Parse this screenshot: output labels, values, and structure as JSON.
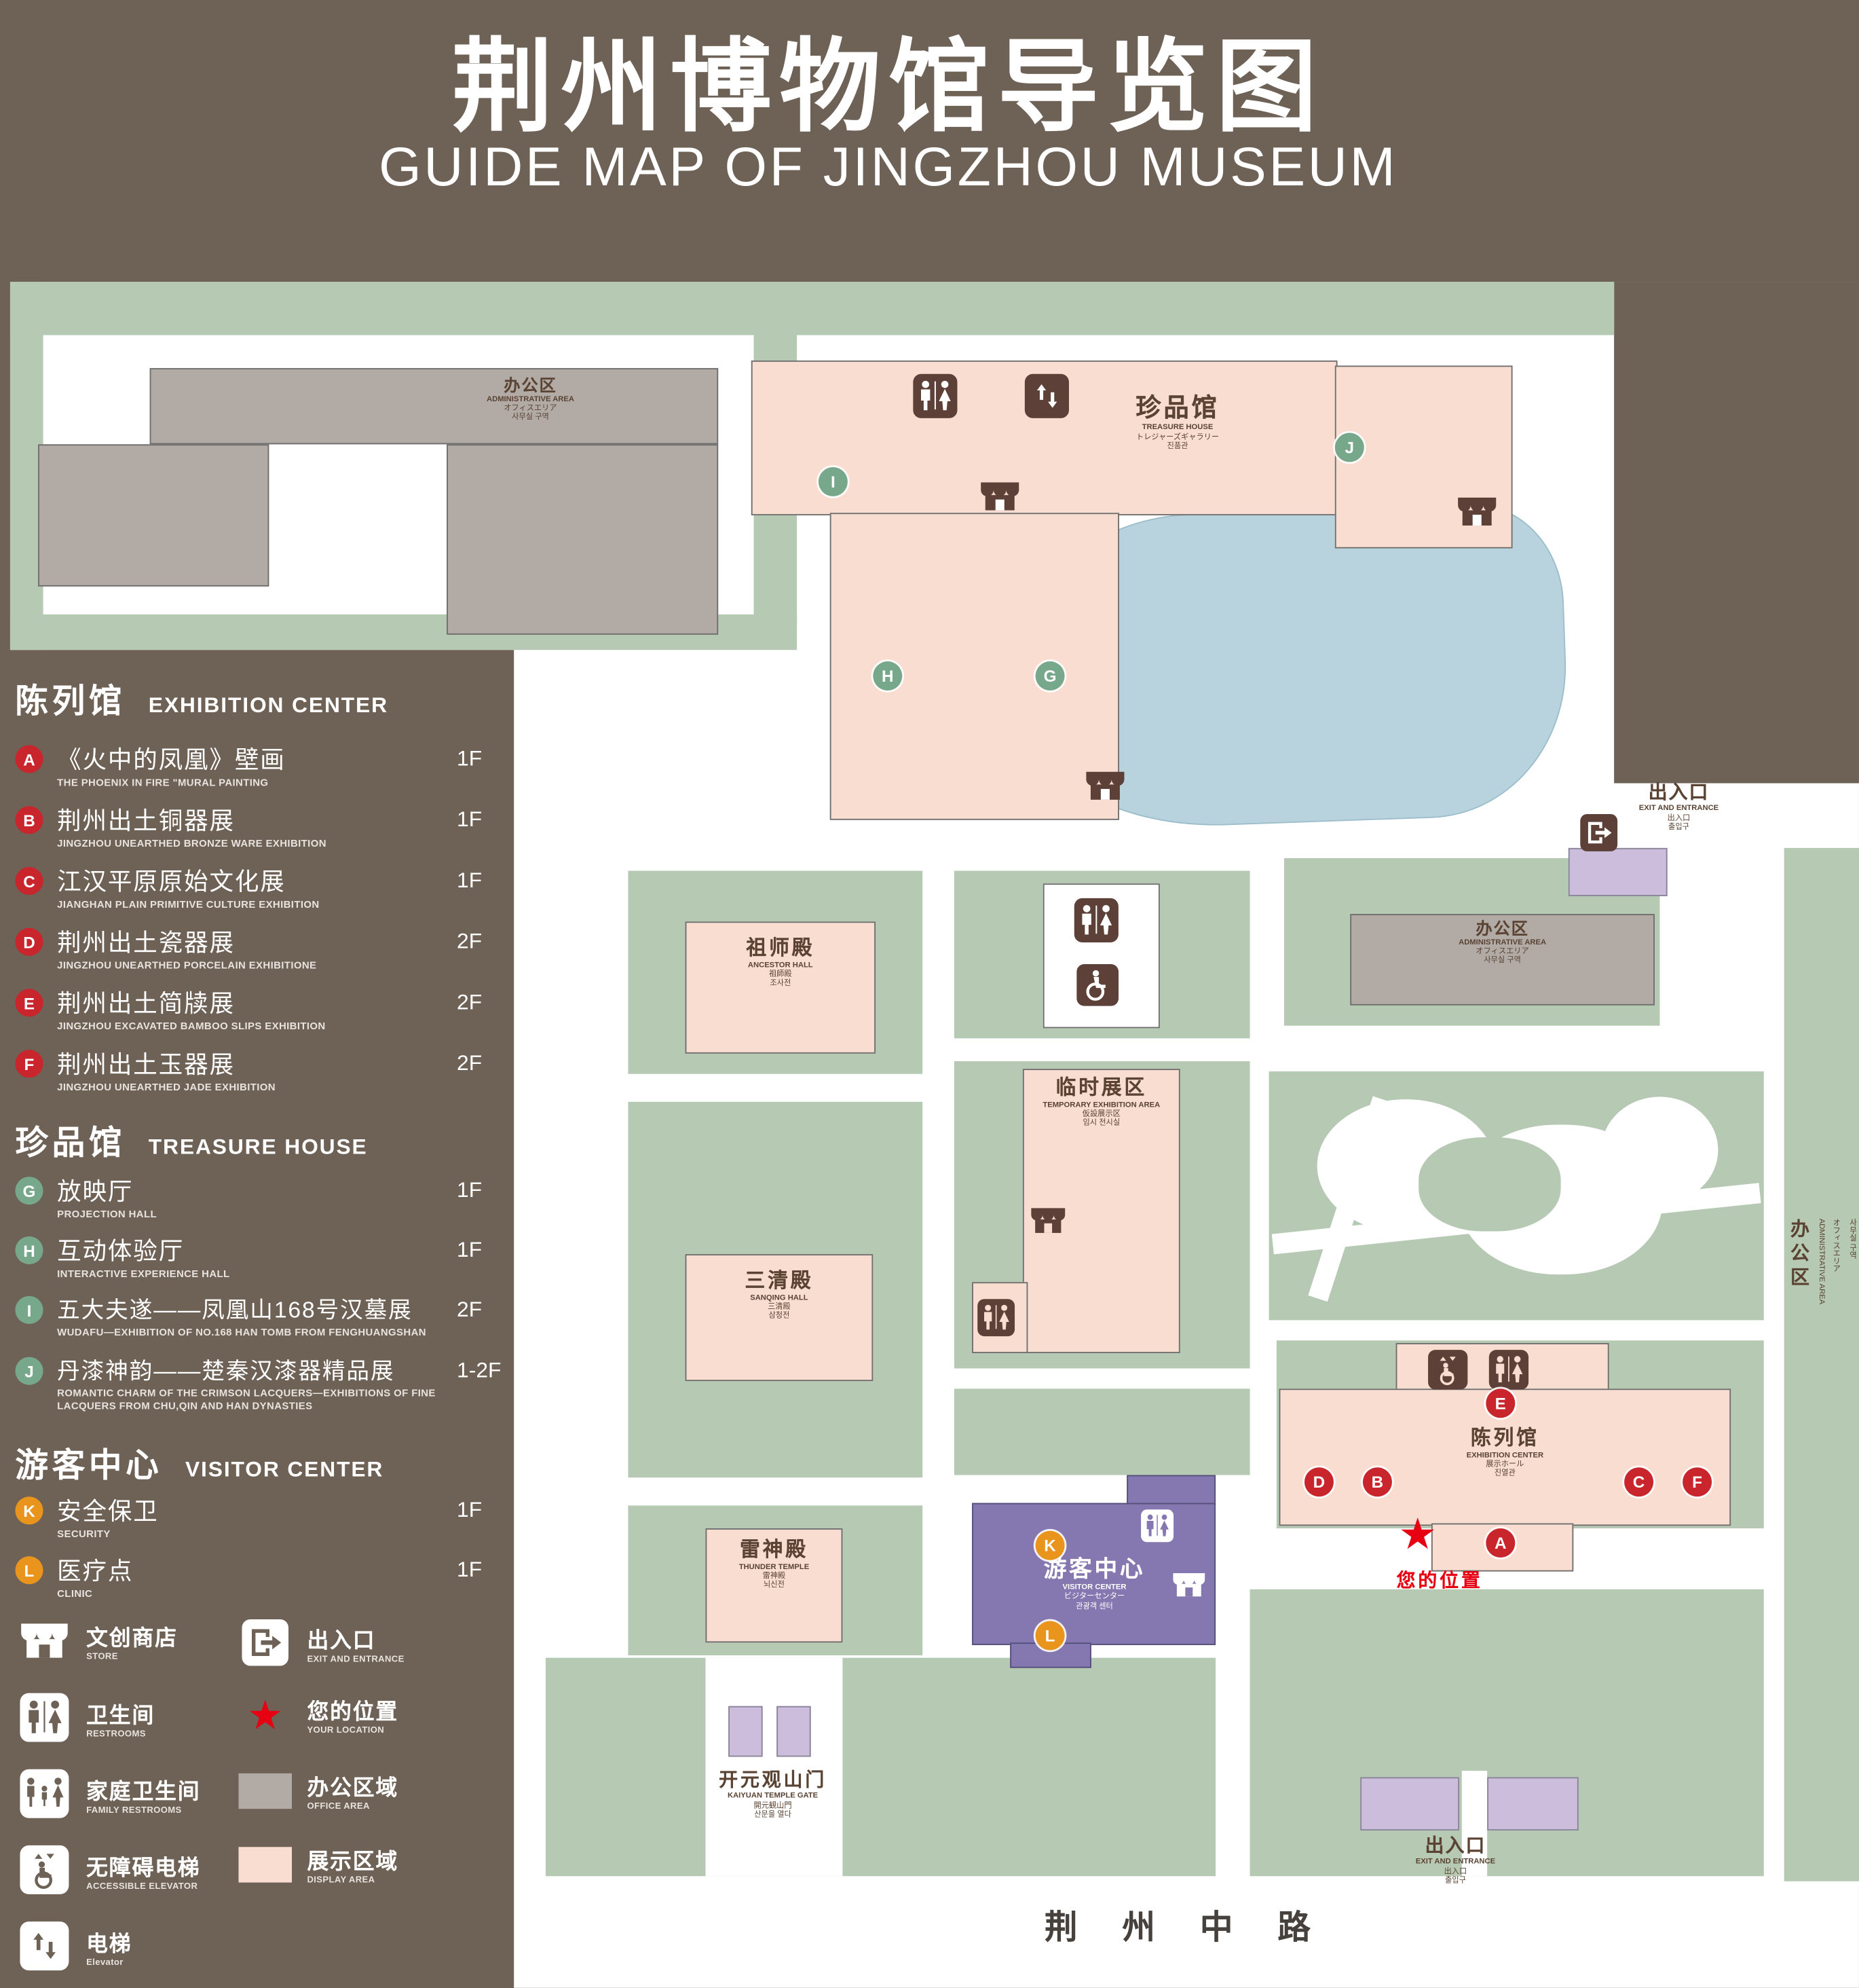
{
  "header": {
    "title": "荆州博物馆导览图",
    "subtitle": "GUIDE MAP OF JINGZHOU MUSEUM"
  },
  "legend": {
    "sections": [
      {
        "zh": "陈列馆",
        "en": "EXHIBITION CENTER",
        "items": [
          {
            "letter": "A",
            "zh": "《火中的凤凰》壁画",
            "en": "THE PHOENIX IN FIRE \"MURAL PAINTING",
            "floor": "1F"
          },
          {
            "letter": "B",
            "zh": "荆州出土铜器展",
            "en": "JINGZHOU UNEARTHED BRONZE WARE EXHIBITION",
            "floor": "1F"
          },
          {
            "letter": "C",
            "zh": "江汉平原原始文化展",
            "en": "JIANGHAN PLAIN PRIMITIVE CULTURE EXHIBITION",
            "floor": "1F"
          },
          {
            "letter": "D",
            "zh": "荆州出土瓷器展",
            "en": "JINGZHOU UNEARTHED PORCELAIN EXHIBITIONE",
            "floor": "2F"
          },
          {
            "letter": "E",
            "zh": "荆州出土简牍展",
            "en": "JINGZHOU EXCAVATED BAMBOO SLIPS EXHIBITION",
            "floor": "2F"
          },
          {
            "letter": "F",
            "zh": "荆州出土玉器展",
            "en": "JINGZHOU UNEARTHED JADE EXHIBITION",
            "floor": "2F"
          }
        ]
      },
      {
        "zh": "珍品馆",
        "en": "TREASURE HOUSE",
        "items": [
          {
            "letter": "G",
            "zh": "放映厅",
            "en": "PROJECTION HALL",
            "floor": "1F"
          },
          {
            "letter": "H",
            "zh": "互动体验厅",
            "en": "INTERACTIVE EXPERIENCE HALL",
            "floor": "1F"
          },
          {
            "letter": "I",
            "zh": "五大夫遂——凤凰山168号汉墓展",
            "en": "WUDAFU—EXHIBITION OF NO.168 HAN TOMB FROM FENGHUANGSHAN",
            "floor": "2F"
          },
          {
            "letter": "J",
            "zh": "丹漆神韵——楚秦汉漆器精品展",
            "en": "ROMANTIC CHARM OF THE CRIMSON LACQUERS—EXHIBITIONS OF FINE LACQUERS FROM CHU,QIN AND HAN DYNASTIES",
            "floor": "1-2F"
          }
        ]
      },
      {
        "zh": "游客中心",
        "en": "VISITOR CENTER",
        "items": [
          {
            "letter": "K",
            "zh": "安全保卫",
            "en": "SECURITY",
            "floor": "1F"
          },
          {
            "letter": "L",
            "zh": "医疗点",
            "en": "CLINIC",
            "floor": "1F"
          }
        ]
      }
    ],
    "symbols": [
      {
        "zh": "文创商店",
        "en": "STORE"
      },
      {
        "zh": "卫生间",
        "en": "RESTROOMS"
      },
      {
        "zh": "家庭卫生间",
        "en": "FAMILY RESTROOMS"
      },
      {
        "zh": "无障碍电梯",
        "en": "ACCESSIBLE ELEVATOR"
      },
      {
        "zh": "电梯",
        "en": "Elevator"
      },
      {
        "zh": "出入口",
        "en": "EXIT AND ENTRANCE"
      },
      {
        "zh": "您的位置",
        "en": "YOUR LOCATION"
      },
      {
        "zh": "办公区域",
        "en": "OFFICE AREA"
      },
      {
        "zh": "展示区域",
        "en": "DISPLAY AREA"
      }
    ]
  },
  "map": {
    "admin_topleft": {
      "zh": "办公区",
      "en": "ADMINISTRATIVE AREA",
      "ja": "オフィスエリア",
      "ko": "사무실 구역"
    },
    "treasure_house": {
      "zh": "珍品馆",
      "en": "TREASURE HOUSE",
      "ja": "トレジャーズギャラリー",
      "ko": "진품관"
    },
    "ancestor_hall": {
      "zh": "祖师殿",
      "en": "ANCESTOR HALL",
      "ja": "祖師殿",
      "ko": "조사전"
    },
    "admin_mid": {
      "zh": "办公区",
      "en": "ADMINISTRATIVE AREA",
      "ja": "オフィスエリア",
      "ko": "사무실 구역"
    },
    "temp_exhibition": {
      "zh": "临时展区",
      "en": "TEMPORARY EXHIBITION AREA",
      "ja": "仮設展示区",
      "ko": "임시 전시실"
    },
    "sanqing_hall": {
      "zh": "三清殿",
      "en": "SANQING HALL",
      "ja": "三清殿",
      "ko": "삼청전"
    },
    "thunder_temple": {
      "zh": "雷神殿",
      "en": "THUNDER TEMPLE",
      "ja": "雷神殿",
      "ko": "뇌신전"
    },
    "visitor_center": {
      "zh": "游客中心",
      "en": "VISITOR CENTER",
      "ja": "ビジターセンター",
      "ko": "관광객 센터"
    },
    "exhibition_center": {
      "zh": "陈列馆",
      "en": "EXHIBITION CENTER",
      "ja": "展示ホール",
      "ko": "진열관"
    },
    "admin_right": {
      "zh": "办公区",
      "en": "ADMINISTRATIVE AREA",
      "ja": "オフィスエリア",
      "ko": "사무실 구역"
    },
    "gate": {
      "zh": "开元观山门",
      "en": "KAIYUAN TEMPLE GATE",
      "ja": "開元観山門",
      "ko": "산문을 열다"
    },
    "exit_right": {
      "zh": "出入口",
      "en": "EXIT AND ENTRANCE",
      "zh2": "出入口",
      "ko": "출입구"
    },
    "exit_bottom": {
      "zh": "出入口",
      "en": "EXIT AND ENTRANCE",
      "zh2": "出入口",
      "ko": "출입구"
    },
    "your_location": "您的位置",
    "road": "荆 州 中 路",
    "markers": [
      {
        "letter": "A"
      },
      {
        "letter": "B"
      },
      {
        "letter": "C"
      },
      {
        "letter": "D"
      },
      {
        "letter": "E"
      },
      {
        "letter": "F"
      },
      {
        "letter": "G"
      },
      {
        "letter": "H"
      },
      {
        "letter": "I"
      },
      {
        "letter": "J"
      },
      {
        "letter": "K"
      },
      {
        "letter": "L"
      }
    ]
  },
  "colors": {
    "background": "#6e6156",
    "green": "#b5c9b3",
    "display_area": "#f9ddd0",
    "office_area": "#b1aaa5",
    "pond": "#b9d3de",
    "visitor_center": "#8578b0",
    "entrance_block": "#cbbddb",
    "marker_red": "#c9252c",
    "marker_green": "#78a88c",
    "marker_orange": "#e8941d",
    "location_red": "#e60012"
  }
}
